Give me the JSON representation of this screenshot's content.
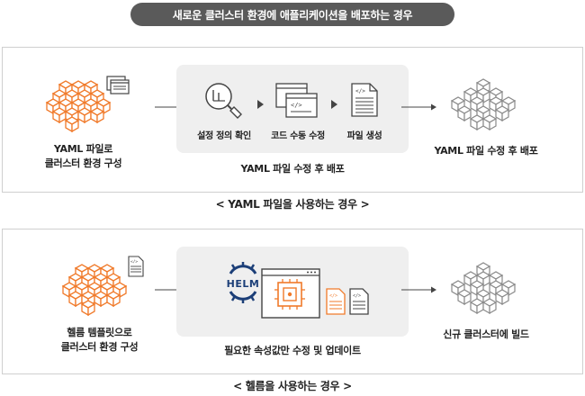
{
  "header": {
    "title": "새로운 클러스터 환경에 애플리케이션을 배포하는 경우"
  },
  "yaml_flow": {
    "source_label_line1": "YAML 파일로",
    "source_label_line2": "클러스터 환경 구성",
    "steps": [
      {
        "label": "설정 정의 확인",
        "icon": "magnifier-chart-icon"
      },
      {
        "label": "코드 수동 수정",
        "icon": "code-window-icon"
      },
      {
        "label": "파일 생성",
        "icon": "document-icon"
      }
    ],
    "process_label": "YAML 파일 수정 후 배포",
    "result_label": "YAML 파일 수정 후 배포",
    "caption": "< YAML 파일을 사용하는 경우 >"
  },
  "helm_flow": {
    "source_label_line1": "헬름 템플릿으로",
    "source_label_line2": "클러스터 환경 구성",
    "helm_logo_text": "HELM",
    "process_label": "필요한 속성값만 수정 및 업데이트",
    "result_label": "신규 클러스터에 빌드",
    "caption": "< 헬름을 사용하는 경우 >"
  },
  "colors": {
    "accent": "#f07a2a",
    "helm_blue": "#1c3f78",
    "cube_gray": "#9a9a9a",
    "dark": "#5a5a5a"
  }
}
